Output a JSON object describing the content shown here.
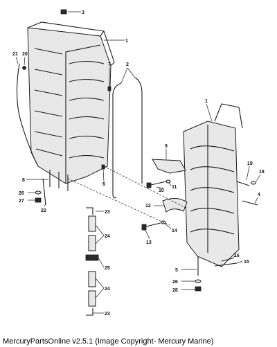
{
  "caption": "MercuryPartsOnline v2.5.1 (Image Copyright- Mercury Marine)",
  "callouts": [
    "3",
    "1",
    "21",
    "20",
    "7",
    "2",
    "1",
    "9",
    "19",
    "18",
    "11",
    "10",
    "4",
    "12",
    "14",
    "13",
    "6",
    "8",
    "26",
    "27",
    "22",
    "23",
    "24",
    "25",
    "24",
    "23",
    "5",
    "16",
    "15",
    "26",
    "28"
  ]
}
